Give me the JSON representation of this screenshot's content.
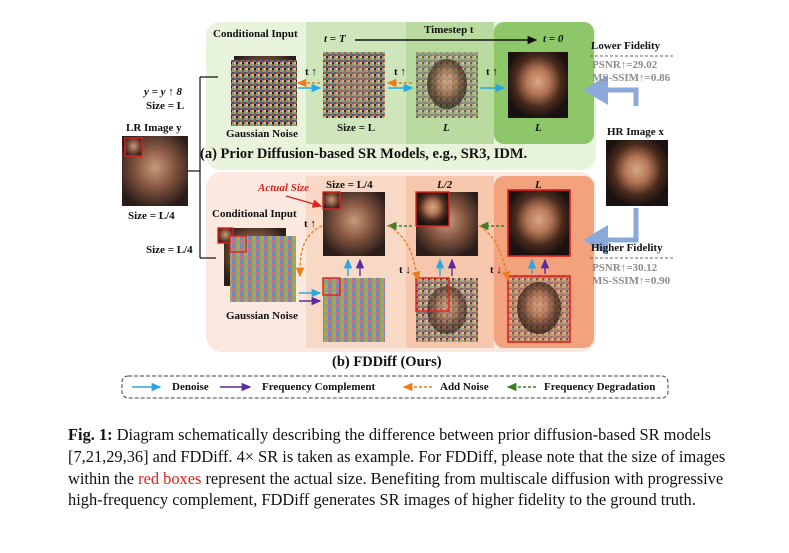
{
  "panel_a": {
    "title": "(a) Prior Diffusion-based SR Models, e.g., SR3, IDM.",
    "conditional_input": "Conditional Input",
    "gaussian_noise": "Gaussian Noise",
    "t_eq_T": "t = T",
    "timestep": "Timestep t",
    "t_eq_0": "t = 0",
    "t_up_1": "t ↑",
    "t_up_2": "t ↑",
    "t_up_3": "t ↑",
    "size_L": "Size = L",
    "L_mid": "L",
    "L_right": "L",
    "lower_fidelity": "Lower Fidelity",
    "psnr": "PSNR↑=29.02",
    "msssim": "MS-SSIM↑=0.86"
  },
  "left": {
    "y_eq": "y = y ↑ 8",
    "size_eq_L": "Size = L",
    "lr_image": "LR Image y",
    "size_L4": "Size = L/4",
    "size_L4_b": "Size = L/4"
  },
  "right": {
    "hr_image": "HR Image x",
    "higher_fidelity": "Higher Fidelity",
    "psnr": "PSNR↑=30.12",
    "msssim": "MS-SSIM↑=0.90"
  },
  "panel_b": {
    "title": "(b) FDDiff (Ours)",
    "actual_size": "Actual Size",
    "size_L4": "Size = L/4",
    "L_half": "L/2",
    "L": "L",
    "conditional_input": "Conditional Input",
    "gaussian_noise": "Gaussian Noise",
    "t_up": "t ↑",
    "t_down_1": "t ↓",
    "t_down_2": "t ↓"
  },
  "legend": {
    "denoise": "Denoise",
    "freq_complement": "Frequency Complement",
    "add_noise": "Add Noise",
    "freq_degradation": "Frequency Degradation"
  },
  "colors": {
    "denoise": "#29a8e0",
    "freq_complement": "#5a2ca0",
    "add_noise": "#ea7d1e",
    "freq_degradation": "#3f7f2a",
    "red_box": "#e0201c",
    "panel_a_bg": "#e4f1d6",
    "panel_b_bg": "#fbe6da"
  },
  "caption": {
    "fig_label": "Fig. 1:",
    "p1": " Diagram schematically describing the difference between prior diffusion-based SR models [7,21,29,36] and FDDiff. 4× SR is taken as example. For FDDiff, please note that the size of images within the ",
    "red_boxes": "red boxes",
    "p2": " represent the actual size. Benefiting from multiscale diffusion with progressive high-frequency complement, FDDiff generates SR images of higher fidelity to the ground truth."
  }
}
